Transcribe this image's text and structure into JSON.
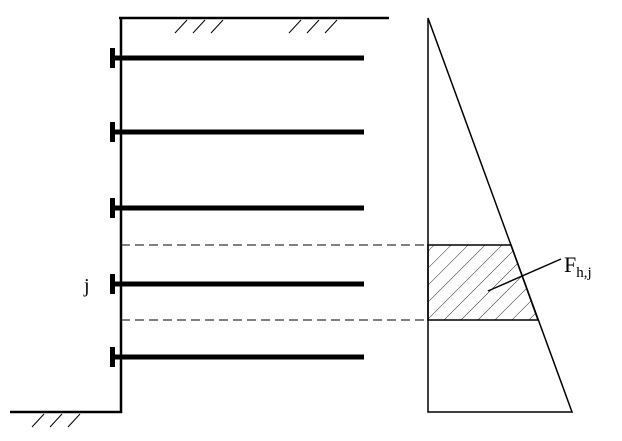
{
  "labels": {
    "anchor_index": "j",
    "force_main": "F",
    "force_sub": "h,j"
  },
  "anchor_count": 5,
  "highlighted_anchor": 4,
  "colors": {
    "line": "#000000",
    "background": "#ffffff"
  }
}
